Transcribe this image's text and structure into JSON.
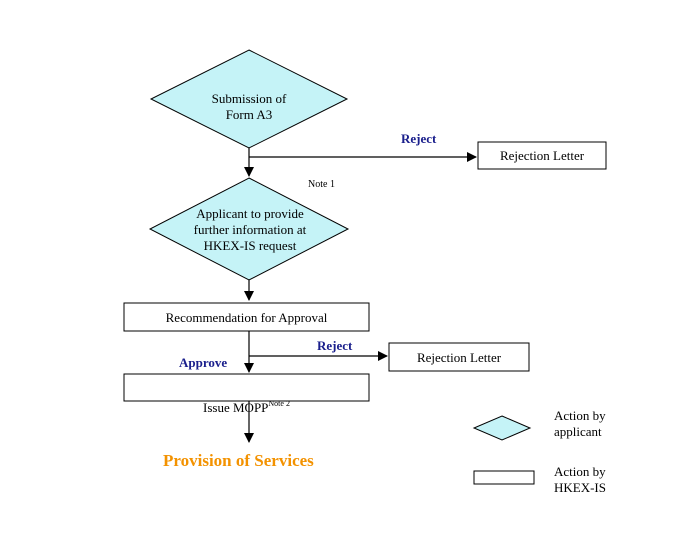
{
  "colors": {
    "diamond_fill": "#c5f3f7",
    "stroke": "#000000",
    "label_blue": "#1a1f8c",
    "final_orange": "#f39200"
  },
  "nodes": {
    "submission": "Submission of\nForm A3",
    "further_info": "Applicant to provide\nfurther information at\nHKEX-IS request",
    "recommendation": "Recommendation for Approval",
    "issue_mopp": "Issue MOPP",
    "issue_mopp_note": "Note 2",
    "rejection_1": "Rejection Letter",
    "rejection_2": "Rejection Letter"
  },
  "labels": {
    "reject_1": "Reject",
    "reject_2": "Reject",
    "approve": "Approve",
    "note_1": "Note 1",
    "provision": "Provision of Services"
  },
  "legend": {
    "applicant": "Action by\napplicant",
    "hkex": "Action by\nHKEX-IS"
  }
}
